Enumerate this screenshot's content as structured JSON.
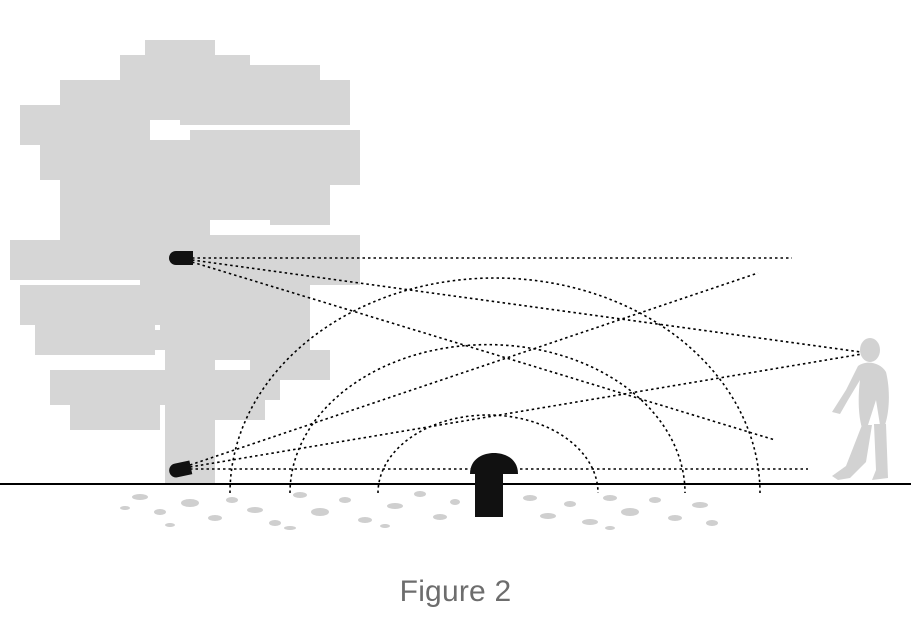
{
  "caption": "Figure 2",
  "colors": {
    "tree": "#d6d6d6",
    "person": "#d2d2d2",
    "ground_line": "#000000",
    "lines": "#000000",
    "gravel": "#cfcfcf",
    "sensor": "#111111"
  },
  "elements": {
    "tree": "tree-silhouette",
    "upper_emitter": "light-emitter-upper",
    "lower_emitter": "light-emitter-lower",
    "post": "ground-post-sensor",
    "person": "walking-person-silhouette"
  }
}
